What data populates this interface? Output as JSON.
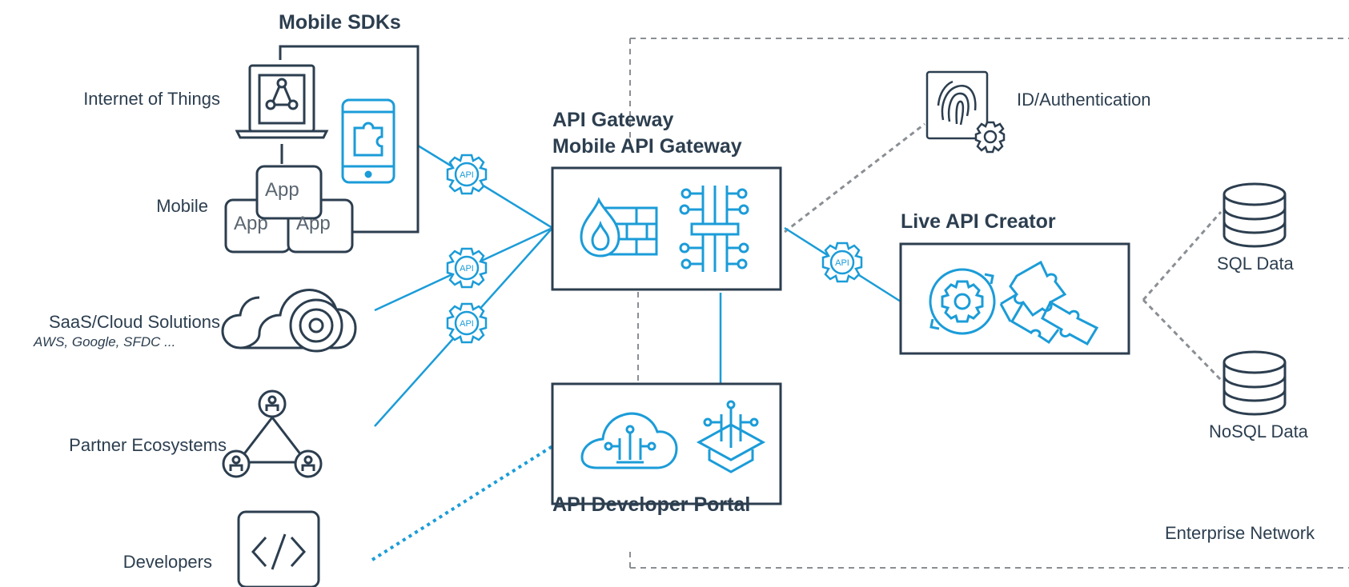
{
  "titles": {
    "mobile_sdks": "Mobile SDKs",
    "gateway_line1": "API Gateway",
    "gateway_line2": "Mobile API Gateway",
    "live_api_creator": "Live API Creator",
    "developer_portal": "API Developer Portal"
  },
  "left_labels": {
    "iot": "Internet of Things",
    "mobile": "Mobile",
    "saas": "SaaS/Cloud Solutions",
    "saas_examples": "AWS, Google, SFDC ...",
    "partner": "Partner Ecosystems",
    "developers": "Developers"
  },
  "app_tiles": [
    "App",
    "App",
    "App"
  ],
  "api_badges": [
    "API",
    "API",
    "API",
    "API"
  ],
  "right_labels": {
    "id_auth": "ID/Authentication",
    "sql": "SQL Data",
    "nosql": "NoSQL Data",
    "enterprise": "Enterprise Network"
  },
  "colors": {
    "accent": "#1b9cd8",
    "dark": "#2c3e4f",
    "dashed": "#8a8f94"
  },
  "icons": [
    "laptop-icon",
    "phone-puzzle-icon",
    "firewall-icon",
    "circuit-icon",
    "fingerprint-icon",
    "gear-cycle-icon",
    "puzzle-icon",
    "database-icon",
    "cloud-disc-icon",
    "partner-triangle-icon",
    "code-icon",
    "cloud-circuit-icon",
    "platform-circuit-icon"
  ]
}
